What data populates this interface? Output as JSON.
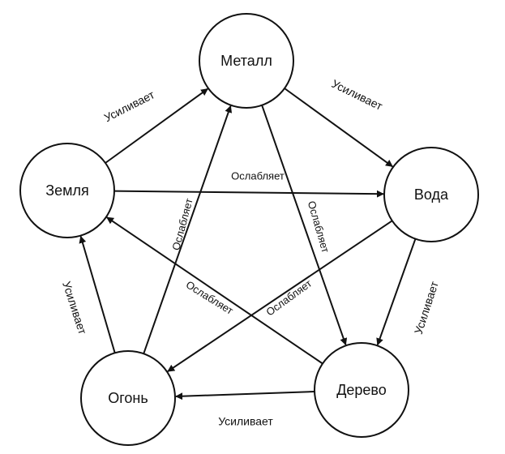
{
  "nodes": [
    {
      "id": "metal",
      "label": "Металл"
    },
    {
      "id": "water",
      "label": "Вода"
    },
    {
      "id": "wood",
      "label": "Дерево"
    },
    {
      "id": "fire",
      "label": "Огонь"
    },
    {
      "id": "earth",
      "label": "Земля"
    }
  ],
  "edges": [
    {
      "id": "earth-metal",
      "label": "Усиливает",
      "kind": "generating"
    },
    {
      "id": "metal-water",
      "label": "Усиливает",
      "kind": "generating"
    },
    {
      "id": "water-wood",
      "label": "Усиливает",
      "kind": "generating"
    },
    {
      "id": "wood-fire",
      "label": "Усиливает",
      "kind": "generating"
    },
    {
      "id": "fire-earth",
      "label": "Усиливает",
      "kind": "generating"
    },
    {
      "id": "earth-water",
      "label": "Ослабляет",
      "kind": "weakening"
    },
    {
      "id": "metal-wood",
      "label": "Ослабляет",
      "kind": "weakening"
    },
    {
      "id": "wood-earth",
      "label": "Ослабляет",
      "kind": "weakening"
    },
    {
      "id": "fire-metal",
      "label": "Ослабляет",
      "kind": "weakening"
    },
    {
      "id": "water-fire",
      "label": "Ослабляет",
      "kind": "weakening"
    }
  ],
  "colors": {
    "stroke": "#111111",
    "background": "#ffffff"
  }
}
